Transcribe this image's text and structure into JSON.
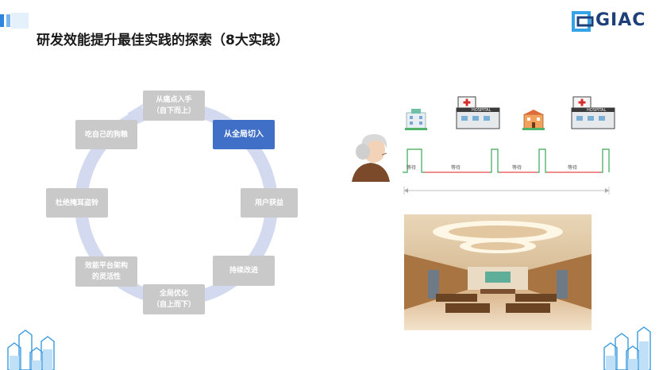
{
  "slide": {
    "title": "研发效能提升最佳实践的探索（8大实践）",
    "logo_text": "GIAC",
    "icons": {
      "logo": "giac-logo-icon",
      "corner_bar": "corner-bar-icon",
      "buildings": "building-icon",
      "hospital": "hospital-icon",
      "person": "elderly-person-icon"
    }
  },
  "cycle": {
    "nodes": [
      {
        "id": "n1",
        "line1": "从痛点入手",
        "line2": "（自下而上）"
      },
      {
        "id": "n2",
        "line1": "从全局切入",
        "line2": ""
      },
      {
        "id": "n3",
        "line1": "用户获益",
        "line2": ""
      },
      {
        "id": "n4",
        "line1": "持续改进",
        "line2": ""
      },
      {
        "id": "n5",
        "line1": "全局优化",
        "line2": "（自上而下）"
      },
      {
        "id": "n6",
        "line1": "效能平台架构",
        "line2": "的灵活性"
      },
      {
        "id": "n7",
        "line1": "杜绝掩耳盗铃",
        "line2": ""
      },
      {
        "id": "n8",
        "line1": "吃自己的狗粮",
        "line2": ""
      }
    ],
    "active_color": "#3f6fc6",
    "inactive_color": "#c9c9c9",
    "ring_color": "#d3daf0"
  },
  "timeline": {
    "hospital_sign": "HOSPITAL",
    "waits": [
      "等待",
      "等待",
      "等待",
      "等待"
    ],
    "step_color": "#3aa655",
    "wait_line_color": "#e54848"
  }
}
